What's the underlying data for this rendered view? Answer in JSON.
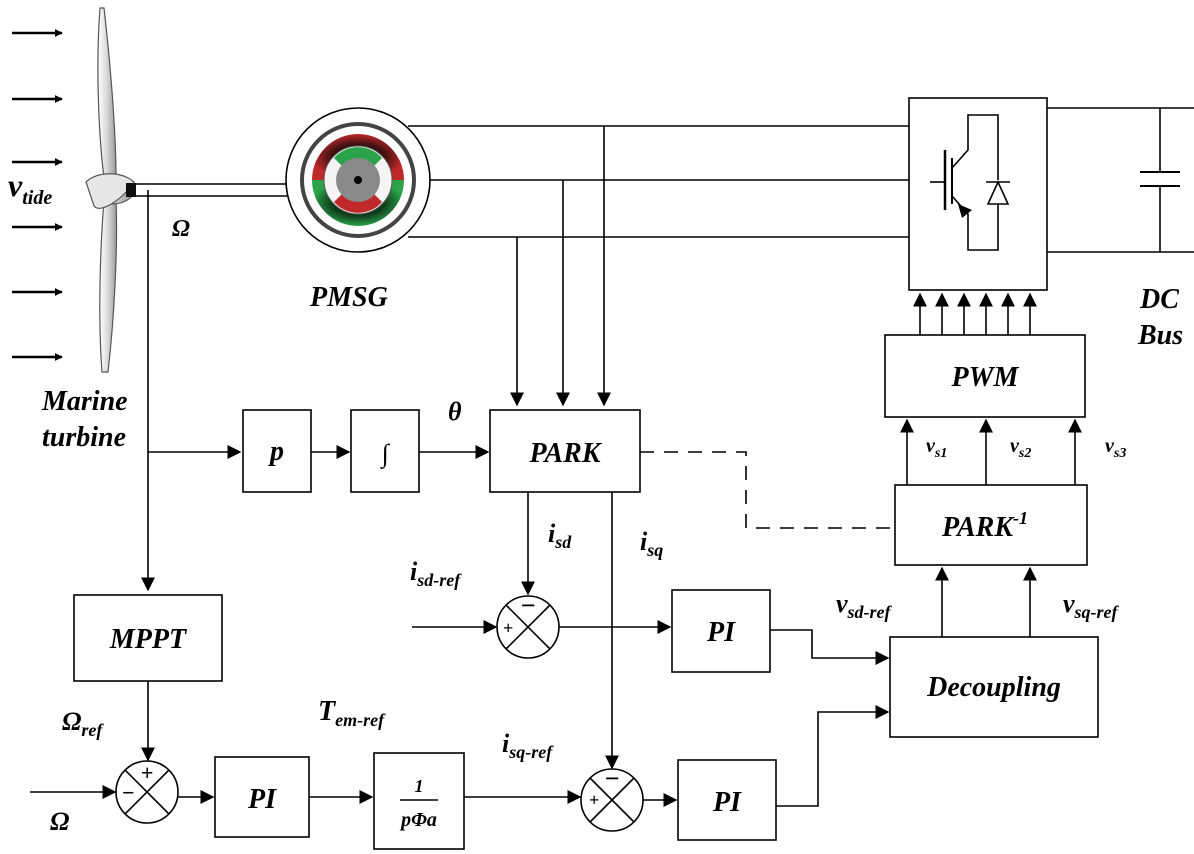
{
  "labels": {
    "v_tide": "v",
    "v_tide_sub": "tide",
    "omega_shaft": "Ω",
    "pmsg": "PMSG",
    "marine_turbine_1": "Marine",
    "marine_turbine_2": "turbine",
    "dc_1": "DC",
    "dc_2": "Bus",
    "pwm": "PWM",
    "park": "PARK",
    "park_inv": "PARK",
    "park_inv_sup": "-1",
    "p_block": "p",
    "integrator": "∫",
    "theta": "θ",
    "mppt": "MPPT",
    "decoupling": "Decoupling",
    "pi_d": "PI",
    "pi_speed": "PI",
    "pi_q": "PI",
    "gain_num": "1",
    "gain_den": "pΦa",
    "isd": "i",
    "isd_sub": "sd",
    "isq": "i",
    "isq_sub": "sq",
    "isd_ref": "i",
    "isd_ref_sub": "sd-ref",
    "isq_ref": "i",
    "isq_ref_sub": "sq-ref",
    "vsd_ref": "v",
    "vsd_ref_sub": "sd-ref",
    "vsq_ref": "v",
    "vsq_ref_sub": "sq-ref",
    "vs1": "v",
    "vs1_sub": "s1",
    "vs2": "v",
    "vs2_sub": "s2",
    "vs3": "v",
    "vs3_sub": "s3",
    "omega_ref": "Ω",
    "omega_ref_sub": "ref",
    "omega_in": "Ω",
    "tem_ref": "T",
    "tem_ref_sub": "em-ref",
    "plus": "+",
    "minus": "−"
  },
  "colors": {
    "stator_red": "#c0282a",
    "stator_green": "#2aa34a",
    "rotor_gray": "#8a8a8a",
    "line": "#000000"
  }
}
